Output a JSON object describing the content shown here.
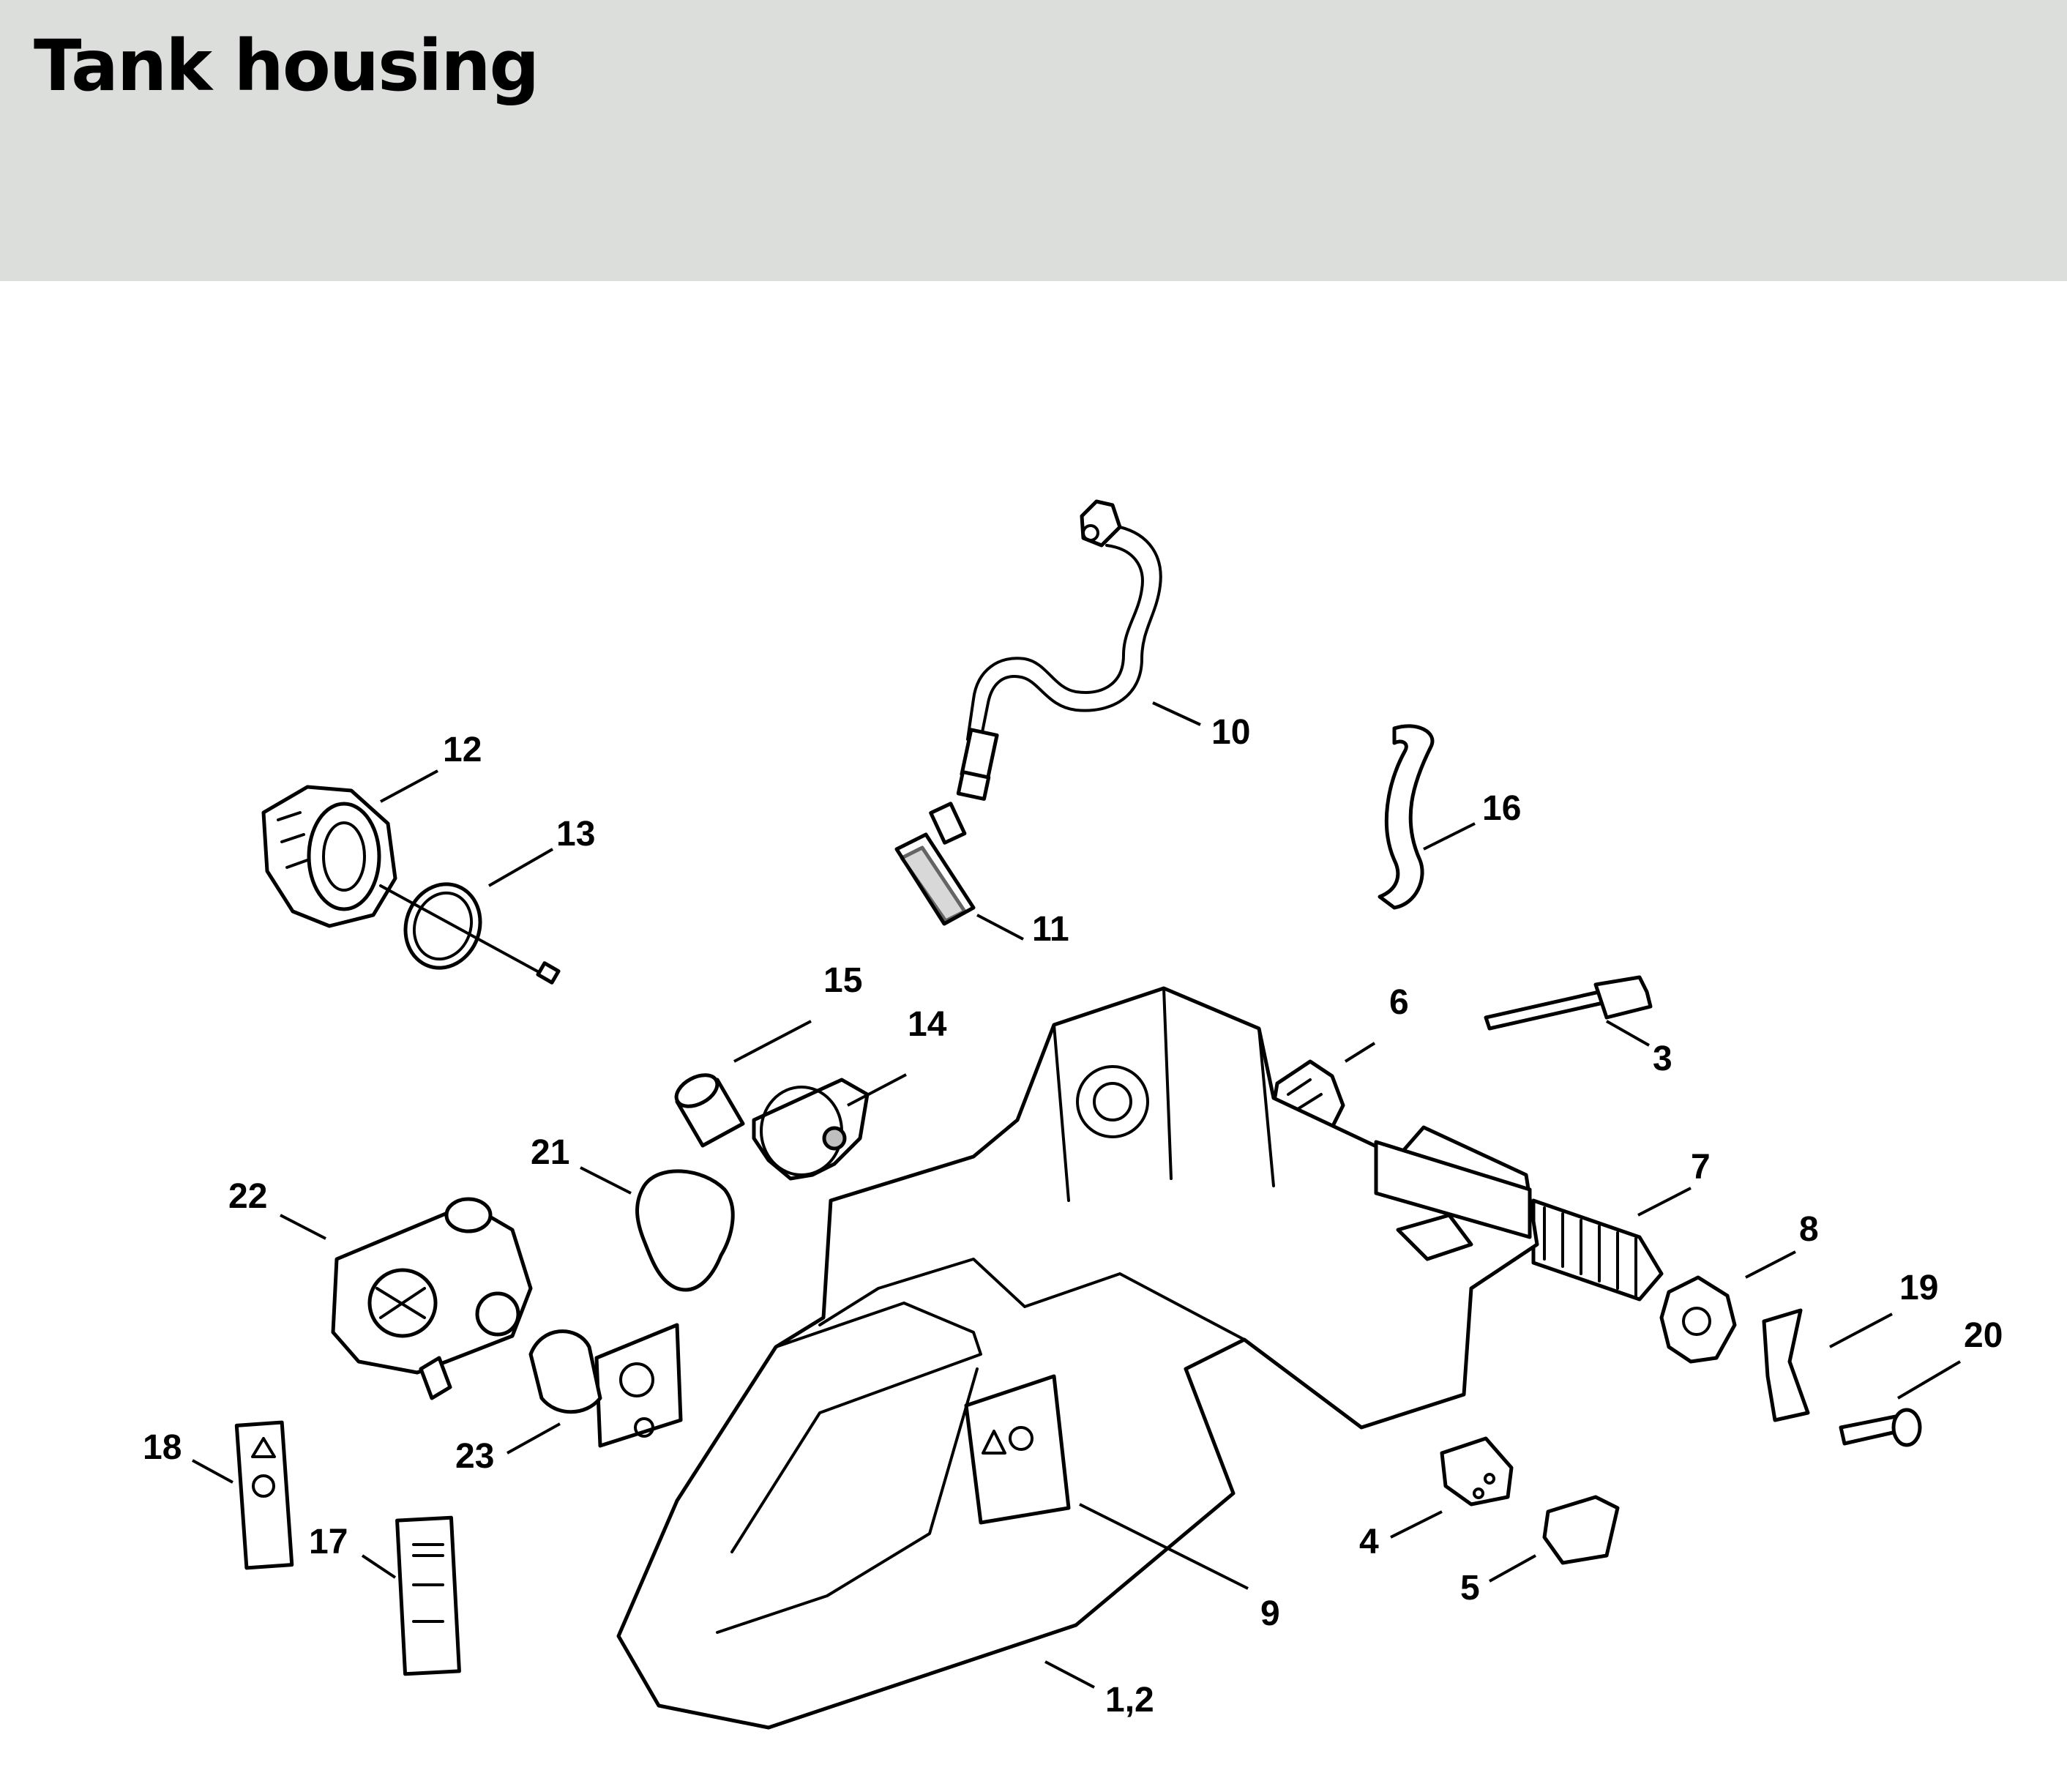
{
  "page": {
    "title": "Tank housing"
  },
  "callouts": [
    {
      "id": "c10",
      "label": "10"
    },
    {
      "id": "c12",
      "label": "12"
    },
    {
      "id": "c13",
      "label": "13"
    },
    {
      "id": "c16",
      "label": "16"
    },
    {
      "id": "c11",
      "label": "11"
    },
    {
      "id": "c15",
      "label": "15"
    },
    {
      "id": "c14",
      "label": "14"
    },
    {
      "id": "c6",
      "label": "6"
    },
    {
      "id": "c3",
      "label": "3"
    },
    {
      "id": "c21",
      "label": "21"
    },
    {
      "id": "c22",
      "label": "22"
    },
    {
      "id": "c7",
      "label": "7"
    },
    {
      "id": "c8",
      "label": "8"
    },
    {
      "id": "c19",
      "label": "19"
    },
    {
      "id": "c20",
      "label": "20"
    },
    {
      "id": "c18",
      "label": "18"
    },
    {
      "id": "c23",
      "label": "23"
    },
    {
      "id": "c17",
      "label": "17"
    },
    {
      "id": "c4",
      "label": "4"
    },
    {
      "id": "c5",
      "label": "5"
    },
    {
      "id": "c9",
      "label": "9"
    },
    {
      "id": "c12b",
      "label": "1,2"
    }
  ]
}
